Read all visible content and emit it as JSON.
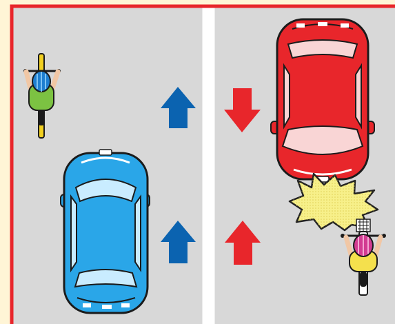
{
  "scene": {
    "lanes": [
      {
        "name": "left-lane"
      },
      {
        "name": "right-lane"
      }
    ],
    "arrows": [
      {
        "name": "left-lane-arrow-top",
        "direction": "up",
        "color": "#0b63b0"
      },
      {
        "name": "left-lane-arrow-bottom",
        "direction": "up",
        "color": "#0b63b0"
      },
      {
        "name": "right-lane-arrow-top",
        "direction": "down",
        "color": "#e8262b"
      },
      {
        "name": "right-lane-arrow-bottom",
        "direction": "up",
        "color": "#e8262b"
      }
    ],
    "vehicles": [
      {
        "name": "blue-car",
        "color": "#2aa6e8",
        "heading": "up"
      },
      {
        "name": "red-car",
        "color": "#e8262b",
        "heading": "down"
      }
    ],
    "cyclists": [
      {
        "name": "green-shirt-cyclist",
        "helmet_color": "#1e7fd0",
        "shirt_color": "#7cc242",
        "heading": "up"
      },
      {
        "name": "yellow-shirt-cyclist",
        "helmet_color": "#d23c92",
        "shirt_color": "#f4e04d",
        "heading": "up"
      }
    ],
    "collision_burst": {
      "color": "#f7f08a",
      "outline": "#222222"
    }
  },
  "colors": {
    "frame": "#e8262b",
    "road": "#d8d8d8",
    "lane_divider": "#ffffff",
    "background": "#fff5d6"
  }
}
